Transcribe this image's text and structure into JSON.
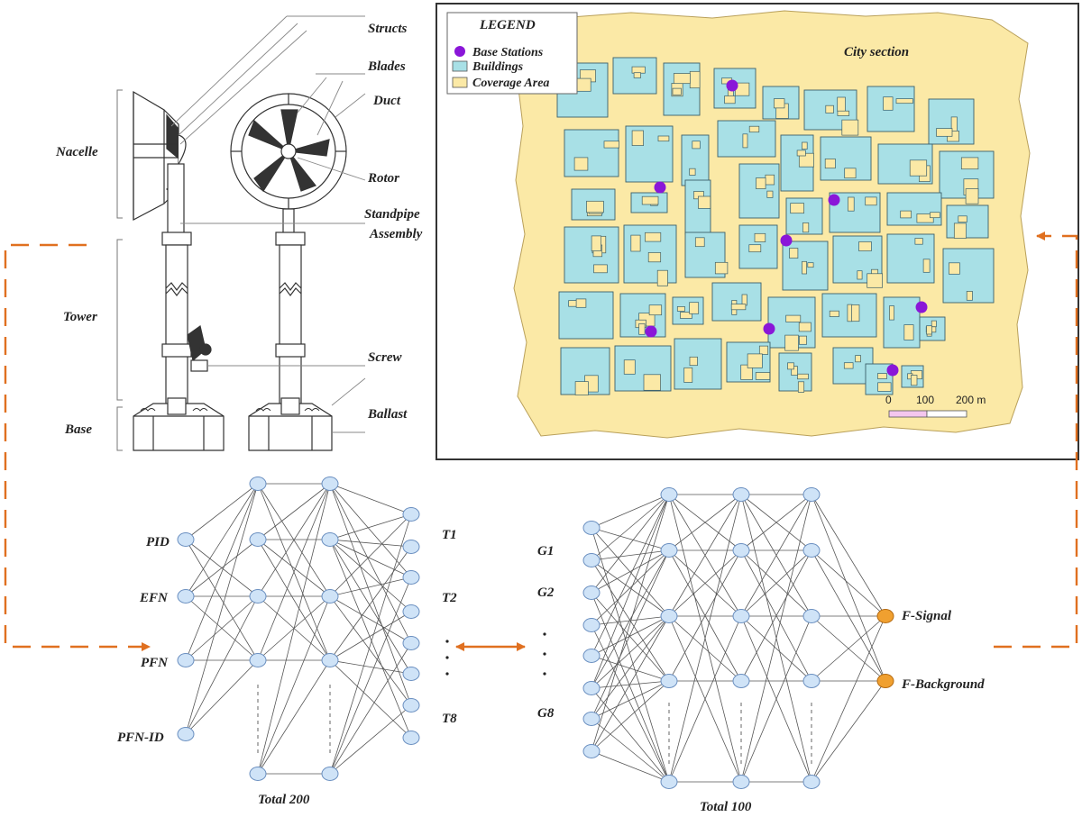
{
  "colors": {
    "orange": "#e07020",
    "node_fill": "#cfe3f7",
    "node_stroke": "#6a8fc0",
    "output_node_fill": "#f0a030",
    "map_fill": "#fbe9a6",
    "building_fill": "#a8e0e6",
    "base_station": "#8a16d8"
  },
  "turbine": {
    "labels": {
      "structs": "Structs",
      "blades": "Blades",
      "duct": "Duct",
      "rotor": "Rotor",
      "standpipe_line1": "Standpipe",
      "standpipe_line2": "Assembly",
      "screw": "Screw",
      "ballast": "Ballast"
    },
    "sections": {
      "nacelle": "Nacelle",
      "tower": "Tower",
      "base": "Base"
    }
  },
  "map": {
    "title": "City section",
    "legend": {
      "title": "LEGEND",
      "items": [
        "Base Stations",
        "Buildings",
        "Coverage Area"
      ]
    },
    "scale": {
      "ticks": [
        "0",
        "100",
        "200 m"
      ]
    },
    "icons": {
      "base_station": "base-station-icon"
    }
  },
  "network_left": {
    "inputs": [
      "PID",
      "EFN",
      "PFN",
      "PFN-ID"
    ],
    "outputs": [
      "T1",
      "T2",
      "T8"
    ],
    "total": "Total 200"
  },
  "network_right": {
    "inputs": [
      "G1",
      "G2",
      "G8"
    ],
    "outputs": [
      "F-Signal",
      "F-Background"
    ],
    "total": "Total 100"
  }
}
